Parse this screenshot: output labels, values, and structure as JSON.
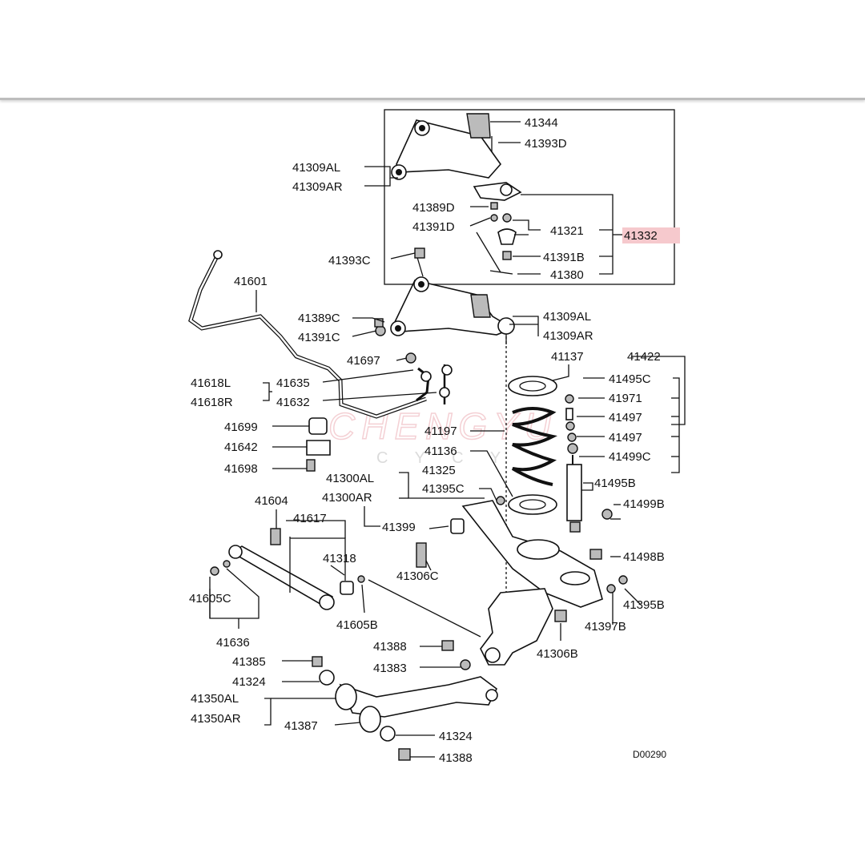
{
  "labels": {
    "p41344": "41344",
    "p41393D": "41393D",
    "p41309AL_top": "41309AL",
    "p41309AR_top": "41309AR",
    "p41389D": "41389D",
    "p41391D": "41391D",
    "p41321": "41321",
    "p41332": "41332",
    "p41391B": "41391B",
    "p41380": "41380",
    "p41393C": "41393C",
    "p41601": "41601",
    "p41389C": "41389C",
    "p41391C": "41391C",
    "p41309AL": "41309AL",
    "p41309AR": "41309AR",
    "p41697": "41697",
    "p41137": "41137",
    "p41422": "41422",
    "p41618L": "41618L",
    "p41618R": "41618R",
    "p41635": "41635",
    "p41632": "41632",
    "p41495C": "41495C",
    "p41971": "41971",
    "p41497a": "41497",
    "p41497b": "41497",
    "p41499C": "41499C",
    "p41197": "41197",
    "p41136": "41136",
    "p41699": "41699",
    "p41642": "41642",
    "p41698": "41698",
    "p41300AL": "41300AL",
    "p41300AR": "41300AR",
    "p41325": "41325",
    "p41395C": "41395C",
    "p41495B": "41495B",
    "p41499B": "41499B",
    "p41604": "41604",
    "p41617": "41617",
    "p41399": "41399",
    "p41498B": "41498B",
    "p41318": "41318",
    "p41306C": "41306C",
    "p41605C": "41605C",
    "p41605B": "41605B",
    "p41395B": "41395B",
    "p41397B": "41397B",
    "p41636": "41636",
    "p41388a": "41388",
    "p41306B": "41306B",
    "p41385": "41385",
    "p41383": "41383",
    "p41324a": "41324",
    "p41350AL": "41350AL",
    "p41350AR": "41350AR",
    "p41387": "41387",
    "p41324b": "41324",
    "p41388b": "41388"
  },
  "diagram_code": "D00290",
  "watermark": {
    "main": "CHENGYU",
    "sub": "C Y C Y"
  },
  "highlight_color": "#f6c9cd"
}
